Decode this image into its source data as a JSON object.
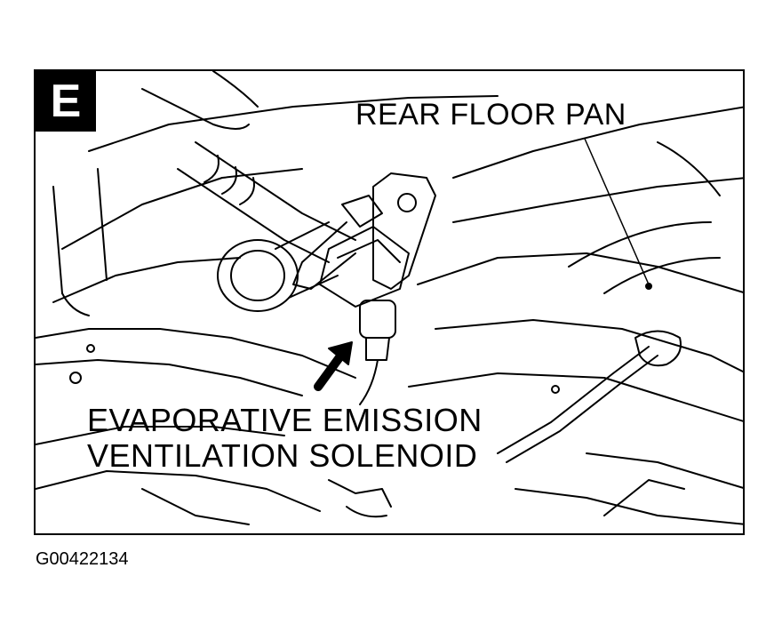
{
  "figure": {
    "section_letter": "E",
    "figure_id": "G00422134"
  },
  "callouts": {
    "rear_floor_pan": "REAR FLOOR PAN",
    "solenoid_line1": "EVAPORATIVE EMISSION",
    "solenoid_line2": "VENTILATION SOLENOID"
  },
  "colors": {
    "ink": "#000000",
    "paper": "#ffffff"
  }
}
